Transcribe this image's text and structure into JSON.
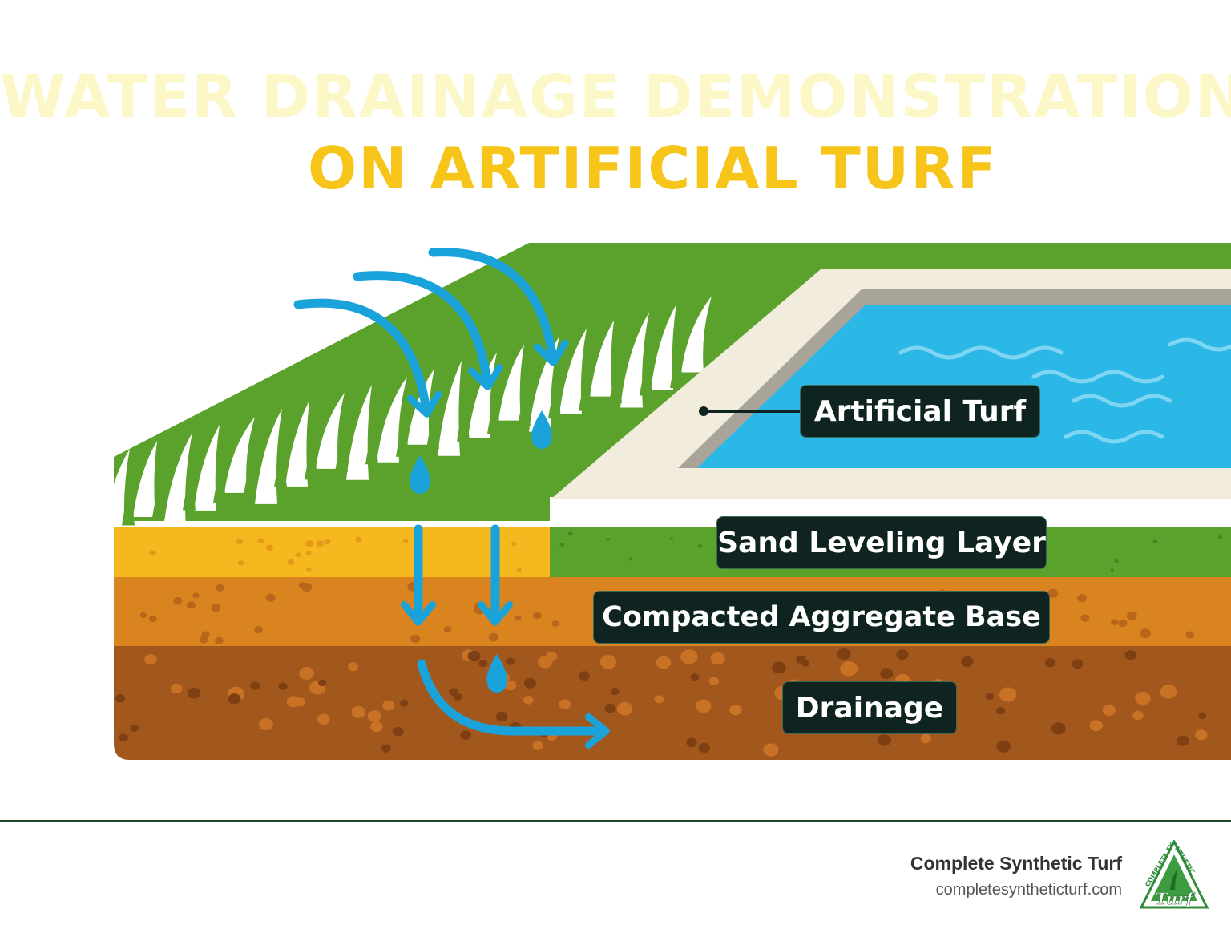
{
  "title": {
    "line1": "WATER DRAINAGE DEMONSTRATION",
    "line2": "ON ARTIFICIAL TURF"
  },
  "labels": {
    "artificial_turf": "Artificial Turf",
    "sand_leveling_layer": "Sand Leveling Layer",
    "compacted_aggregate_base": "Compacted Aggregate Base",
    "drainage": "Drainage"
  },
  "footer": {
    "brand_name": "Complete Synthetic Turf",
    "url": "completesyntheticturf.com",
    "logo_text": "COMPLETE SYNTHETIC",
    "logo_word": "Turf"
  },
  "colors": {
    "turf_green": "#5aa22c",
    "pool_water": "#2bb8e6",
    "sand_layer": "#f5b81f",
    "aggregate_layer": "#d9841e",
    "soil_layer": "#a2571c",
    "water_arrows": "#1aa3da",
    "title_yellow": "#f7c51a",
    "title_pale": "#fbf7c6",
    "label_background": "#0f2420"
  }
}
